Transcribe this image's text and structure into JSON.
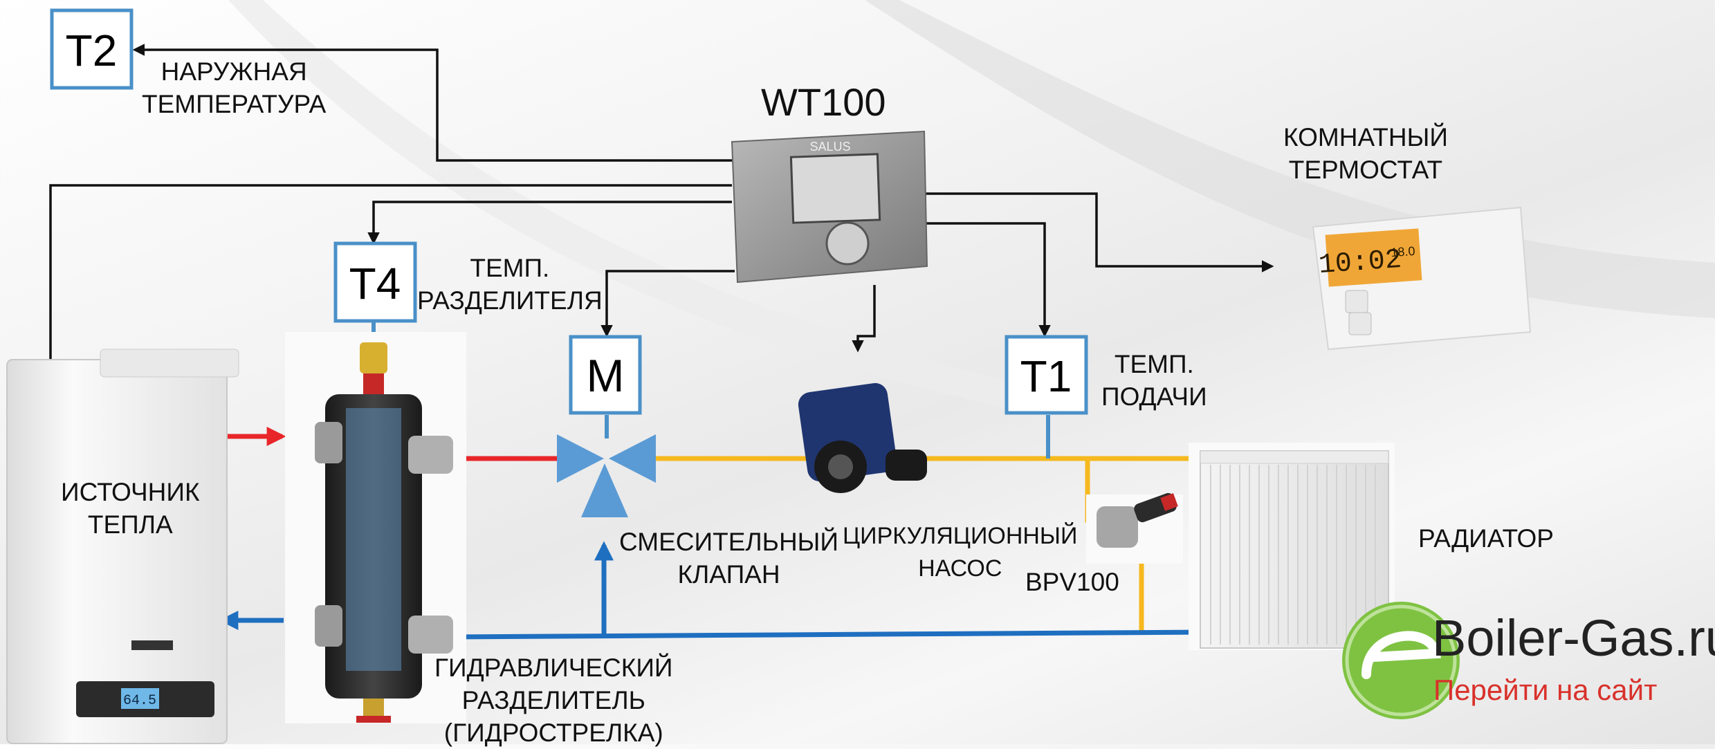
{
  "controller": {
    "title": "WT100",
    "brand": "SALUS"
  },
  "sensors": {
    "t1": "T1",
    "t2": "T2",
    "t4": "T4",
    "mixer": "M"
  },
  "labels": {
    "outdoor": [
      "НАРУЖНАЯ",
      "ТЕМПЕРАТУРА"
    ],
    "room_thermostat": [
      "КОМНАТНЫЙ",
      "ТЕРМОСТАТ"
    ],
    "separator_temp": [
      "ТЕМП.",
      "РАЗДЕЛИТЕЛЯ"
    ],
    "supply_temp": [
      "ТЕМП.",
      "ПОДАЧИ"
    ],
    "heat_source": [
      "ИСТОЧНИК",
      "ТЕПЛА"
    ],
    "mixing_valve": [
      "СМЕСИТЕЛЬНЫЙ",
      "КЛАПАН"
    ],
    "circ_pump": [
      "ЦИРКУЛЯЦИОННЫЙ",
      "НАСОС"
    ],
    "bpv": "BPV100",
    "radiator": "РАДИАТОР",
    "hydro_separator": [
      "ГИДРАВЛИЧЕСКИЙ",
      "РАЗДЕЛИТЕЛЬ",
      "(ГИДРОСТРЕЛКА)"
    ]
  },
  "thermostat_display": {
    "time": "10:02",
    "temp": "18.0"
  },
  "boiler_display": "64.5",
  "logo": {
    "name": "Boiler-Gas.ru",
    "link": "Перейти на сайт"
  },
  "colors": {
    "hot": "#e8262a",
    "cold": "#1f6fc0",
    "mixed": "#f6b81e",
    "sensor": "#4a90c8",
    "logo_green": "#7fc242"
  }
}
